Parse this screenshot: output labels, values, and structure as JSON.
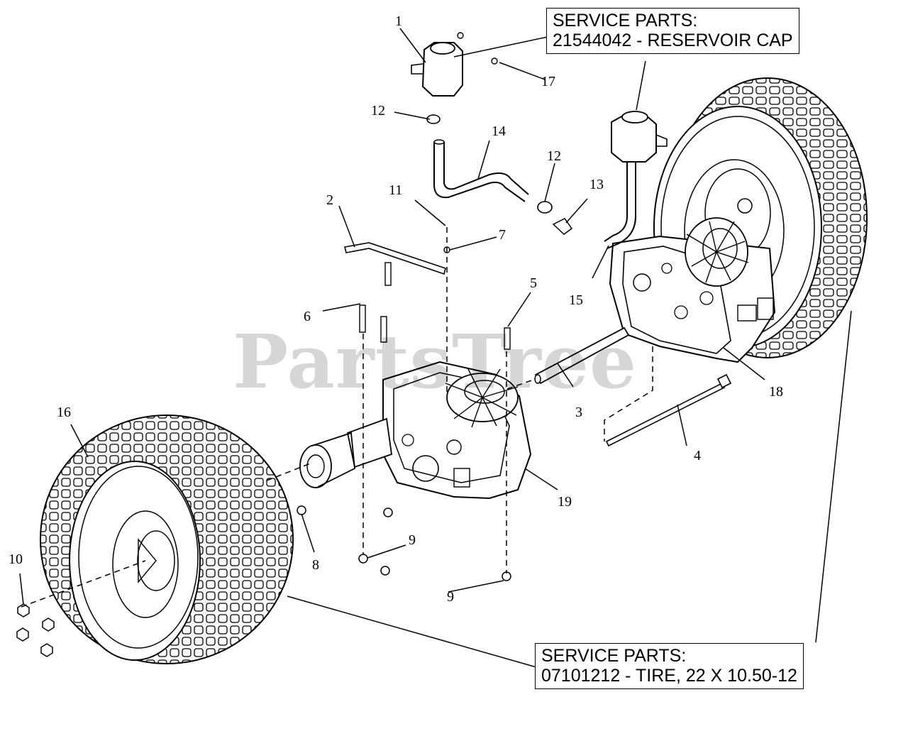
{
  "watermark": "PartsTree",
  "service_boxes": {
    "reservoir": {
      "heading": "SERVICE PARTS:",
      "detail": "21544042 - RESERVOIR CAP"
    },
    "tire": {
      "heading": "SERVICE PARTS:",
      "detail": "07101212 - TIRE, 22 X 10.50-12"
    }
  },
  "callouts": {
    "c1": "1",
    "c2": "2",
    "c3": "3",
    "c4": "4",
    "c5": "5",
    "c6": "6",
    "c7": "7",
    "c8": "8",
    "c9a": "9",
    "c9b": "9",
    "c10": "10",
    "c11": "11",
    "c12a": "12",
    "c12b": "12",
    "c13": "13",
    "c14": "14",
    "c15": "15",
    "c16": "16",
    "c17": "17",
    "c18": "18",
    "c19": "19"
  }
}
